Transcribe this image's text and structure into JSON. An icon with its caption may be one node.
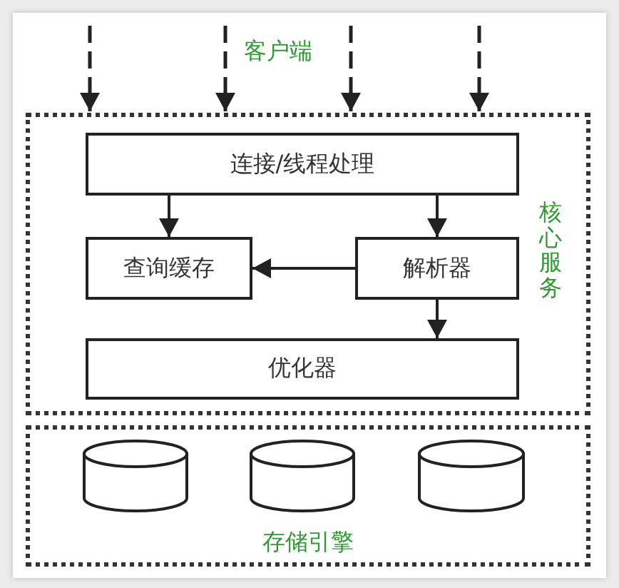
{
  "diagram": {
    "nodes": [
      {
        "text": [
          "核心服务"
        ]
      },
      {
        "text": [
          "连接/线程处理"
        ],
        "in": 0
      },
      {
        "text": [
          "查询缓存"
        ],
        "in": 0
      },
      {
        "text": [
          "解析器"
        ],
        "in": 0
      },
      {
        "text": [
          "优化器"
        ],
        "in": 0
      },
      {
        "text": [
          "存储引擎"
        ]
      },
      {
        "text": [],
        "shape": "cylinder",
        "in": 5
      },
      {
        "text": [],
        "shape": "cylinder",
        "in": 5
      },
      {
        "text": [],
        "shape": "cylinder",
        "in": 5
      }
    ],
    "edges": [
      {
        "from": null,
        "to": 0,
        "arrow": "to",
        "style": "dashed"
      },
      {
        "from": null,
        "to": 0,
        "arrow": "to",
        "style": "dashed"
      },
      {
        "from": null,
        "to": 0,
        "arrow": "to",
        "style": "dashed"
      },
      {
        "from": null,
        "to": 0,
        "arrow": "to",
        "style": "dashed"
      },
      {
        "from": 1,
        "to": 2,
        "arrow": "to"
      },
      {
        "from": 1,
        "to": 3,
        "arrow": "to"
      },
      {
        "from": 3,
        "to": 2,
        "arrow": "to"
      },
      {
        "from": 3,
        "to": 4,
        "arrow": "to"
      }
    ],
    "labels": [
      "客户端"
    ]
  }
}
